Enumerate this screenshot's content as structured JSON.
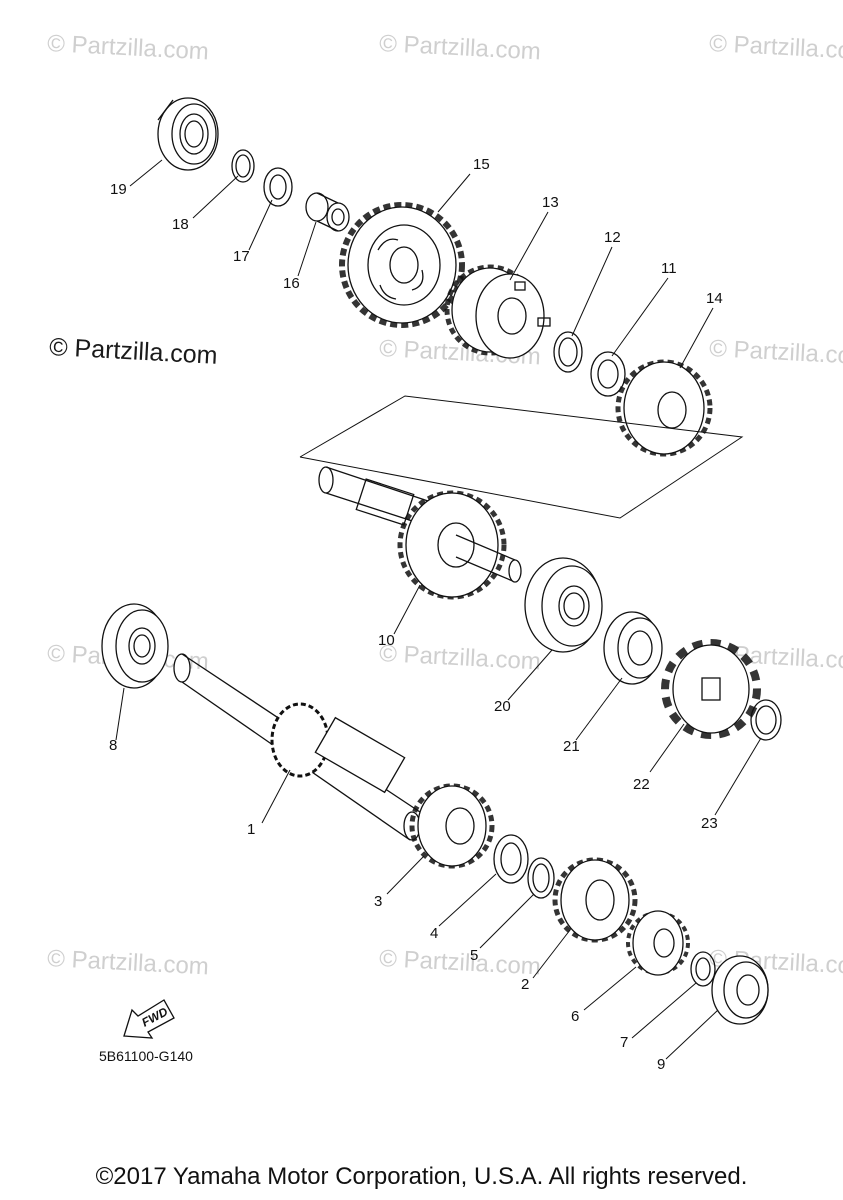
{
  "watermark": "© Partzilla.com",
  "drawing_code": "5B61100-G140",
  "fwd_label": "FWD",
  "copyright": "©2017 Yamaha Motor Corporation, U.S.A. All rights reserved.",
  "callouts": [
    "1",
    "2",
    "3",
    "4",
    "5",
    "6",
    "7",
    "8",
    "9",
    "10",
    "11",
    "12",
    "13",
    "14",
    "15",
    "16",
    "17",
    "18",
    "19",
    "20",
    "21",
    "22",
    "23"
  ],
  "colors": {
    "line": "#111111",
    "watermark": "#cfcfcf"
  }
}
